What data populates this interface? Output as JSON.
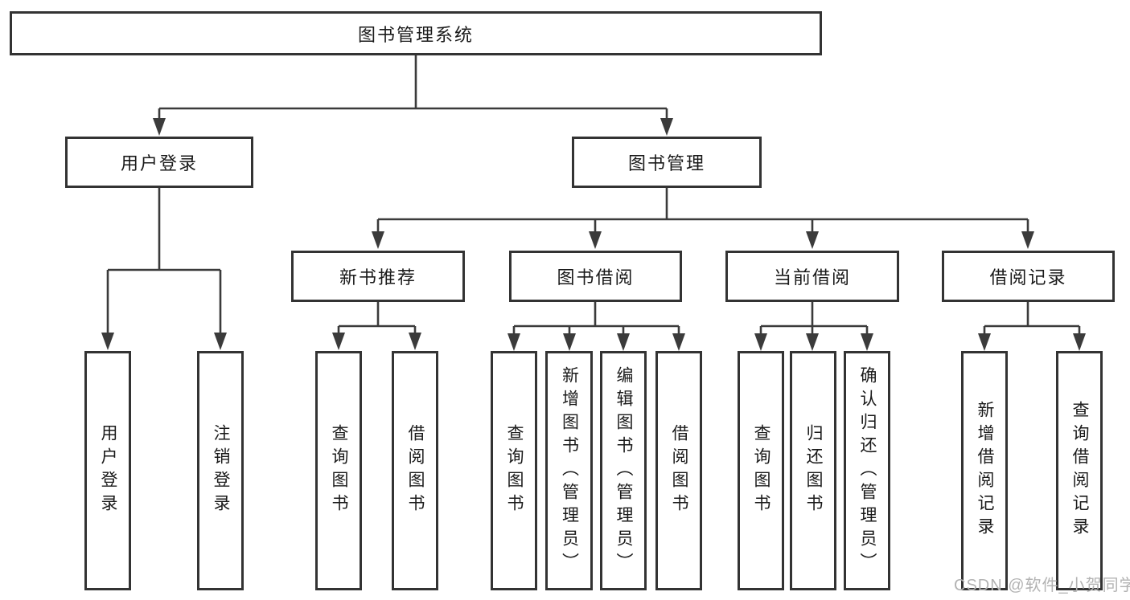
{
  "diagram_title": "图书管理系统",
  "nodes": {
    "root": {
      "label": "图书管理系统"
    },
    "user_login": {
      "label": "用户登录"
    },
    "book_mgmt": {
      "label": "图书管理"
    },
    "new_book_rec": {
      "label": "新书推荐"
    },
    "book_borrow": {
      "label": "图书借阅"
    },
    "current_borrow": {
      "label": "当前借阅"
    },
    "borrow_record": {
      "label": "借阅记录"
    },
    "leaf_user_login": {
      "label": "用户登录"
    },
    "leaf_logout": {
      "label": "注销登录"
    },
    "leaf_nb_query": {
      "label": "查询图书"
    },
    "leaf_nb_borrow": {
      "label": "借阅图书"
    },
    "leaf_bb_query": {
      "label": "查询图书"
    },
    "leaf_bb_add": {
      "label": "新增图书（管理员）"
    },
    "leaf_bb_edit": {
      "label": "编辑图书（管理员）"
    },
    "leaf_bb_borrow": {
      "label": "借阅图书"
    },
    "leaf_cb_query": {
      "label": "查询图书"
    },
    "leaf_cb_return": {
      "label": "归还图书"
    },
    "leaf_cb_confirm": {
      "label": "确认归还（管理员）"
    },
    "leaf_br_add": {
      "label": "新增借阅记录"
    },
    "leaf_br_query": {
      "label": "查询借阅记录"
    }
  },
  "watermark": "CSDN @软件_小贺同学",
  "colors": {
    "background": "#ffffff",
    "box_border": "#333333",
    "connector_line": "#3b3b3b",
    "text": "#1a1a1a",
    "watermark_text": "#b3b3b3"
  }
}
